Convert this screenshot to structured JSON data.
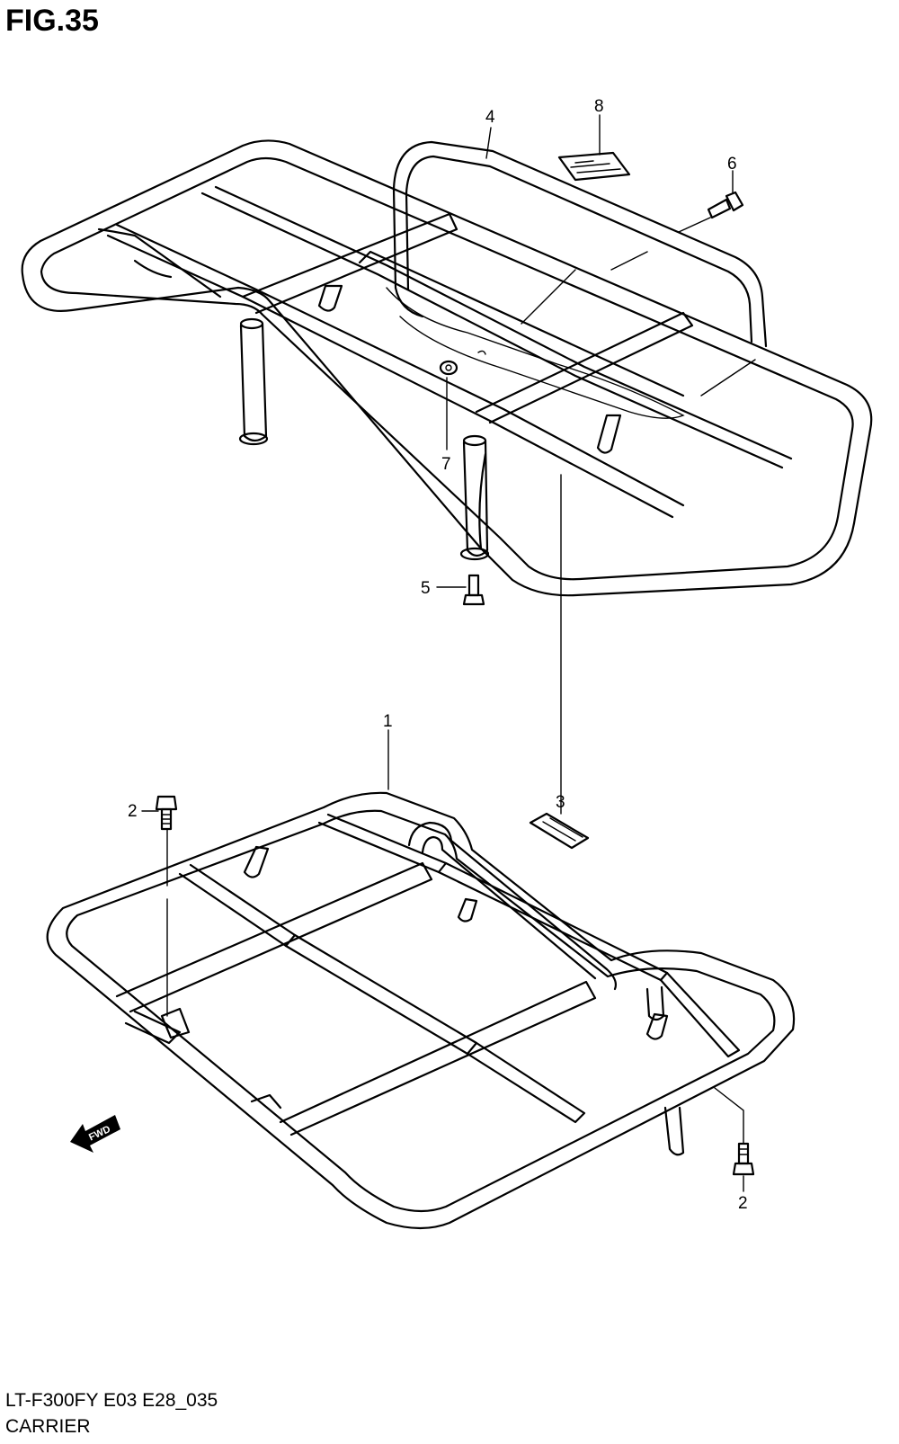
{
  "figure": {
    "title": "FIG.35"
  },
  "footer": {
    "model_code": "LT-F300FY E03 E28_035",
    "section_name": "CARRIER"
  },
  "callouts": {
    "c1": "1",
    "c2a": "2",
    "c2b": "2",
    "c3": "3",
    "c4": "4",
    "c5": "5",
    "c6": "6",
    "c7": "7",
    "c8": "8"
  },
  "fwd_arrow": {
    "label": "FWD"
  }
}
